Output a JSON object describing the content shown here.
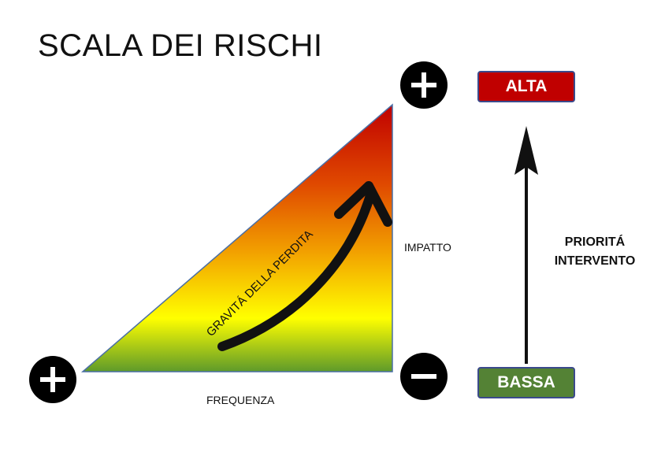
{
  "title": "SCALA DEI RISCHI",
  "axis": {
    "vertical_label": "IMPATTO",
    "horizontal_label": "FREQUENZA"
  },
  "curve_label": "GRAVITÁ DELLA PERDITA",
  "symbols": {
    "plus": "+",
    "minus": "−"
  },
  "priority": {
    "line1": "PRIORITÁ",
    "line2": "INTERVENTO",
    "high_label": "ALTA",
    "low_label": "BASSA"
  },
  "colors": {
    "high": "#c00000",
    "low": "#548235",
    "gradient_top": "#c00000",
    "gradient_mid": "#f0a000",
    "gradient_yellow": "#ffff00",
    "gradient_bottom": "#6aa32a",
    "triangle_border": "#4a6fa5"
  }
}
